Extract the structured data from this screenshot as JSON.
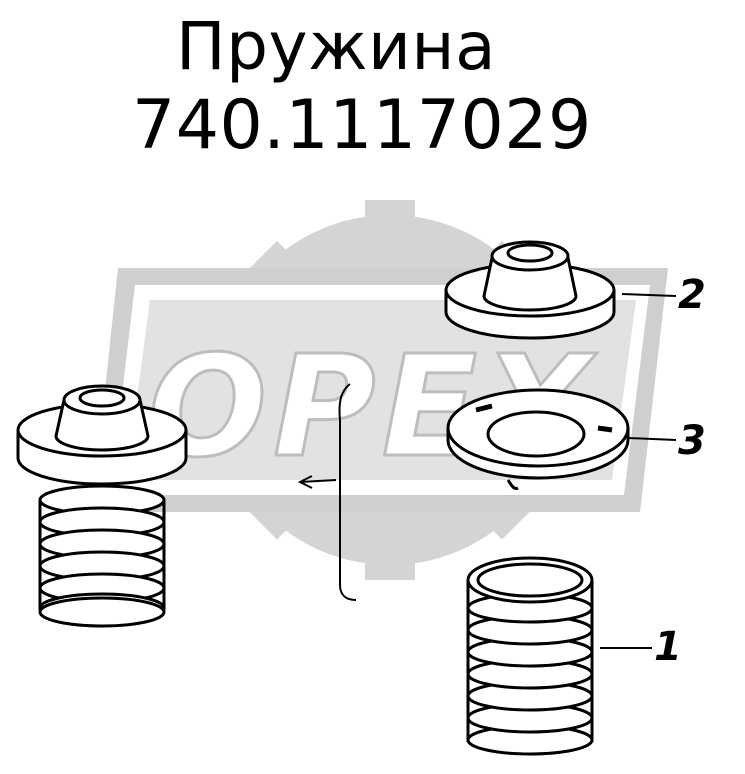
{
  "title": {
    "name": "Пружина",
    "part_number": "740.1117029"
  },
  "watermark": {
    "text": "OPEX",
    "color": "#d4d4d4"
  },
  "callouts": [
    {
      "id": "1",
      "label": "1"
    },
    {
      "id": "2",
      "label": "2"
    },
    {
      "id": "3",
      "label": "3"
    }
  ],
  "colors": {
    "ink": "#000000",
    "background": "#ffffff",
    "watermark": "#d4d4d4"
  }
}
